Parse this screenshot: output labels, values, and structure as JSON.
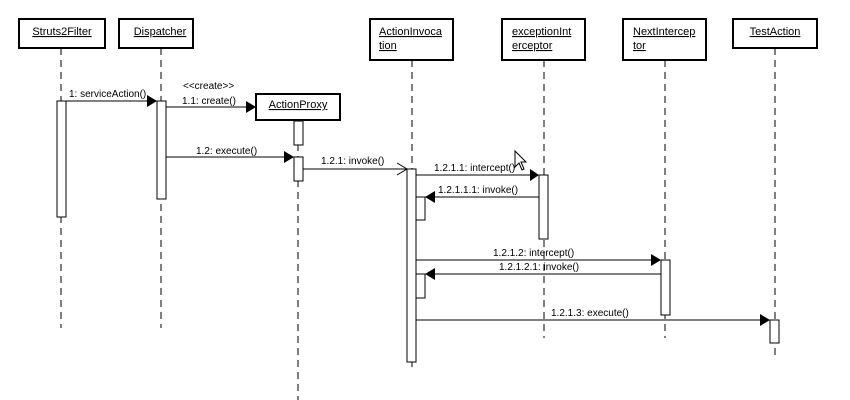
{
  "diagram": {
    "type": "uml-sequence",
    "objects": [
      {
        "id": "struts2filter",
        "name": "Struts2Filter",
        "lines": [
          "Struts2Filter"
        ]
      },
      {
        "id": "dispatcher",
        "name": "Dispatcher",
        "lines": [
          "Dispatcher"
        ]
      },
      {
        "id": "actionproxy",
        "name": "ActionProxy",
        "lines": [
          "ActionProxy"
        ],
        "created": true
      },
      {
        "id": "actioninvocation",
        "name": "ActionInvocation",
        "lines": [
          "ActionInvoca",
          "tion"
        ]
      },
      {
        "id": "exceptioninterceptor",
        "name": "exceptionInterceptor",
        "lines": [
          "exceptionInt",
          "erceptor"
        ]
      },
      {
        "id": "nextinterceptor",
        "name": "NextInterceptor",
        "lines": [
          "NextIntercep",
          "tor"
        ]
      },
      {
        "id": "testaction",
        "name": "TestAction",
        "lines": [
          "TestAction"
        ]
      }
    ],
    "messages": [
      {
        "id": "m1",
        "label": "1: serviceAction()",
        "from": "struts2filter",
        "to": "dispatcher",
        "kind": "sync"
      },
      {
        "id": "m1_1",
        "label": "1.1: create()",
        "stereotype": "<<create>>",
        "from": "dispatcher",
        "to": "actionproxy",
        "kind": "create"
      },
      {
        "id": "m1_2",
        "label": "1.2: execute()",
        "from": "dispatcher",
        "to": "actionproxy",
        "kind": "sync"
      },
      {
        "id": "m1_2_1",
        "label": "1.2.1: invoke()",
        "from": "actionproxy",
        "to": "actioninvocation",
        "kind": "async"
      },
      {
        "id": "m1_2_1_1",
        "label": "1.2.1.1: intercept()",
        "from": "actioninvocation",
        "to": "exceptioninterceptor",
        "kind": "sync"
      },
      {
        "id": "m1_2_1_1_1",
        "label": "1.2.1.1.1: invoke()",
        "from": "exceptioninterceptor",
        "to": "actioninvocation",
        "kind": "sync"
      },
      {
        "id": "m1_2_1_2",
        "label": "1.2.1.2: intercept()",
        "from": "actioninvocation",
        "to": "nextinterceptor",
        "kind": "sync"
      },
      {
        "id": "m1_2_1_2_1",
        "label": "1.2.1.2.1: invoke()",
        "from": "nextinterceptor",
        "to": "actioninvocation",
        "kind": "sync"
      },
      {
        "id": "m1_2_1_3",
        "label": "1.2.1.3: execute()",
        "from": "actioninvocation",
        "to": "testaction",
        "kind": "sync"
      }
    ]
  }
}
